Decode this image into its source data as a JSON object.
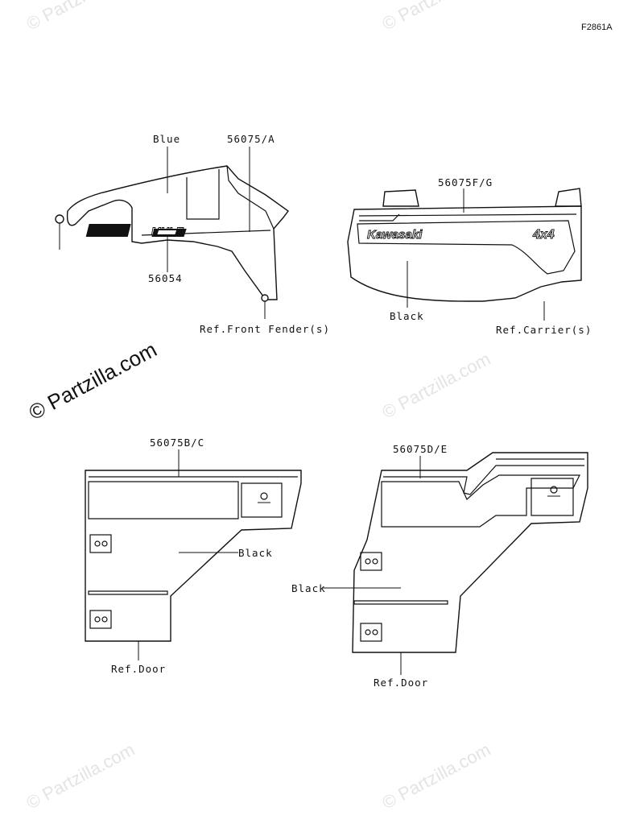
{
  "figure_code": "F2861A",
  "watermark": {
    "main_text": "© Partzilla.com",
    "faint_text": "© Partzilla.com"
  },
  "top_left_panel": {
    "label_color": "Blue",
    "label_part_a": "56075/A",
    "label_part_b": "56054",
    "label_ref": "Ref.Front Fender(s)",
    "emblem_mule": "MULE"
  },
  "top_right_panel": {
    "label_part": "56075F/G",
    "label_color": "Black",
    "label_ref": "Ref.Carrier(s)",
    "brand": "Kawasaki",
    "badge": "4x4"
  },
  "bottom_left_panel": {
    "label_part": "56075B/C",
    "label_color": "Black",
    "label_ref": "Ref.Door"
  },
  "bottom_right_panel": {
    "label_part": "56075D/E",
    "label_color": "Black",
    "label_ref": "Ref.Door"
  }
}
